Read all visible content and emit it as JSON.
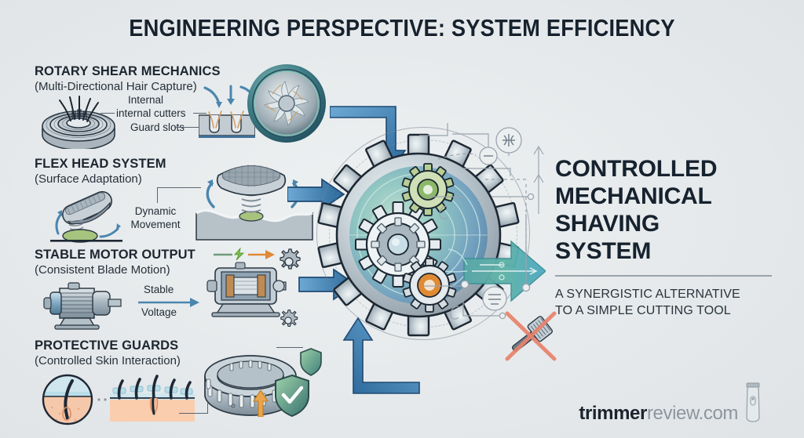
{
  "header": {
    "title": "ENGINEERING PERSPECTIVE: SYSTEM EFFICIENCY"
  },
  "colors": {
    "background": "#e6e9ea",
    "title_navy": "#17222e",
    "arrow_blue": "#3f7fb5",
    "arrow_blue_dark": "#1e4a73",
    "accent_teal": "#4aa39a",
    "accent_green": "#8cb869",
    "accent_orange": "#e08a33",
    "gear_gray": "#9fabb4",
    "logo_gray": "#8d969e",
    "rule_gray": "#9aa3ab",
    "razor_red": "#e8826b"
  },
  "features": [
    {
      "id": "rotary-shear-mechanics",
      "title": "ROTARY SHEAR MECHANICS",
      "subtitle": "(Multi-Directional Hair Capture)",
      "callouts": [
        {
          "text": "Internal"
        },
        {
          "text": "internal cutters"
        },
        {
          "text": "Guard slots"
        }
      ],
      "diagram_icons": [
        "rotary-shaver-head-icon",
        "guard-slot-cross-section-icon",
        "rotary-blade-turbine-icon"
      ]
    },
    {
      "id": "flex-head-system",
      "title": "FLEX HEAD SYSTEM",
      "subtitle": "(Surface Adaptation)",
      "callouts": [
        {
          "text": "Dynamic"
        },
        {
          "text": "Movement"
        }
      ],
      "diagram_icons": [
        "tilted-flex-head-icon",
        "spring-flex-head-on-wavy-surface-icon"
      ]
    },
    {
      "id": "stable-motor-output",
      "title": "STABLE MOTOR OUTPUT",
      "subtitle": "(Consistent Blade Motion)",
      "callouts": [
        {
          "text": "Stable"
        },
        {
          "text": "Voltage"
        }
      ],
      "diagram_icons": [
        "electric-motor-icon",
        "motor-cutaway-icon",
        "gear-icon",
        "lightning-bolt-icon"
      ]
    },
    {
      "id": "protective-guards",
      "title": "PROTECTIVE GUARDS",
      "subtitle": "(Controlled Skin Interaction)",
      "callouts": [],
      "diagram_icons": [
        "skin-follicle-circle-icon",
        "skin-cross-section-icon",
        "guard-ring-icon",
        "shield-icon",
        "shield-check-icon"
      ]
    }
  ],
  "center": {
    "hub_label": "central-gear-system",
    "input_arrow_count": 4,
    "output_arrow_label": "controlled-output-arrow",
    "gears": [
      {
        "name": "main-gear",
        "color": "#9fabb4"
      },
      {
        "name": "secondary-gear",
        "color": "#c3ccd2"
      },
      {
        "name": "green-accent-gear",
        "color": "#8cb869"
      },
      {
        "name": "orange-accent-gear",
        "color": "#e08a33"
      }
    ],
    "decorations": [
      "crossed-out-razor-icon",
      "no-entry-icon",
      "minus-node-icon",
      "equals-node-icon",
      "schematic-lines"
    ]
  },
  "result": {
    "headline_lines": [
      "CONTROLLED",
      "MECHANICAL",
      "SHAVING",
      "SYSTEM"
    ],
    "subhead_lines": [
      "A SYNERGISTIC ALTERNATIVE",
      "TO A SIMPLE CUTTING TOOL"
    ]
  },
  "logo": {
    "bold_part": "trimmer",
    "light_part": "review.com",
    "icon": "trimmer-device-icon"
  }
}
